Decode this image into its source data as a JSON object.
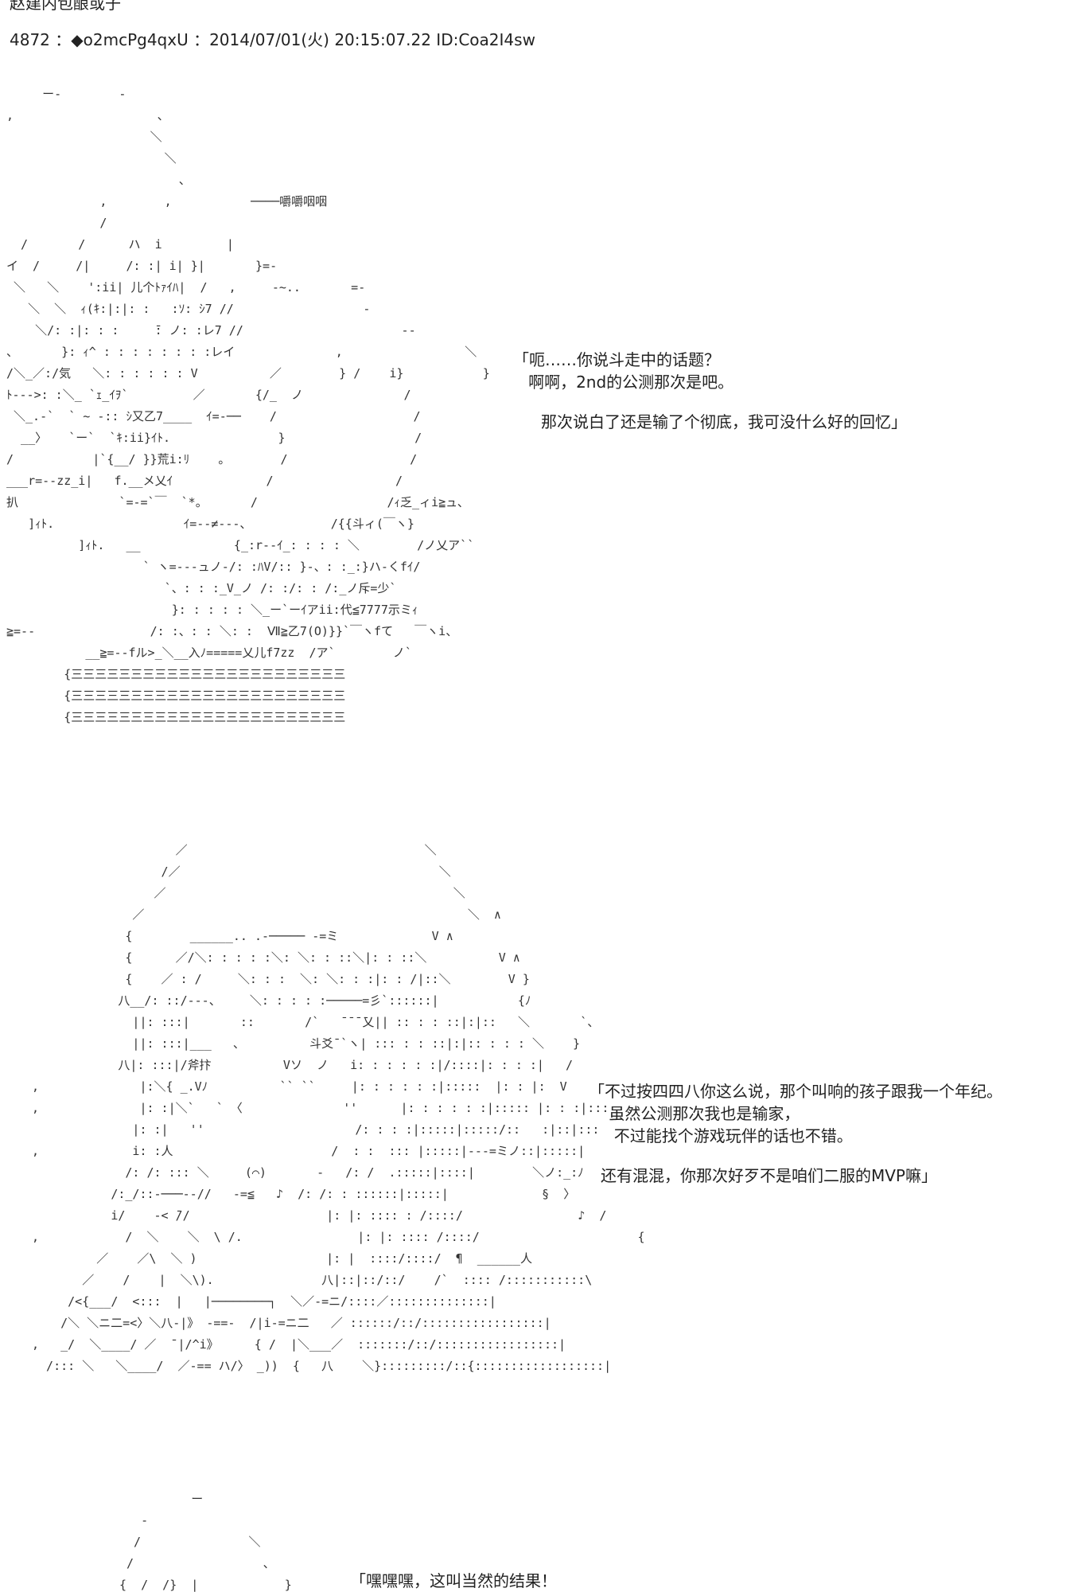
{
  "post": {
    "title_partial": "赵建内包酿或子",
    "header": "4872 ：◆o2mcPg4qxU ：2014/07/01(火) 20:15:07.22 ID:Coa2I4sw"
  },
  "art": {
    "figure1": "     ー-        -\n,                    、\n                    ＼\n                      ＼\n                        、\n             ,        ,           ────嚼嚼咽咽\n             /\n  /       /      ハ  i         |\nイ  /     /|     /: :| i| }|       }=-\n ＼   ＼    ':ii| 儿个ﾄｧｲﾊ|  /   ,     -~..       =-\n   ＼  ＼  ｨ(ｷ:|:|: :   :ｿ: ｼ7 //                  -\n    ＼/: :|: : :     ̄: ノ: :レ7 //                      --\n、      }: ｨ^ : : : : : : : :レイ              ,                 ＼\n/＼_／:/気   ＼: : : : : : V          ／        } /    i}           }\nﾄ--->: :＼_ `ｪ_ｲｦ`         ／       {/_  ノ              /\n ＼_.-`  ` ~ -:: ｼ又乙7____  ｲ=-──    /                   /\n  __〉   `ー`  `ｷ:ii}ｲﾄ.               }                  /\n/           |`{__/ }}荒i:ﾘ    。       /                 /\n___r=--zz_i|   f.__メ乂ｲ             /                 /\n扒              `=-=`￣  `*。      /                  /ｨ乏_ィi≧ュ、\n   ]ｨﾄ.                  ｲ=--≠---、           /{{斗ィ(￣ヽ}\n          ]ｨﾄ.   __             {_:r--ｲ_: : : : ＼        /ノ乂ア``\n                   ` ヽ=---ュノ-/: :ﾊV/:: }-、: :_:}ハ-くfｲ/\n                      `、: : :_V_ノ /: :/: : /:_ノ斥=少`\n                       }: : : : : ＼_ー`ーｲアii:代≦7777示ミｨ\n≧=--                /: :、: : ＼: :  Ⅶ≧乙7(O)}}`￣ヽfて   ￣ヽi、\n           __≧=--fル>_＼__入ﾉ=====乂儿f7zz  /ア`        ノ`\n        {三三三三三三三三三三三三三三三三三三三三三三三\n        {三三三三三三三三三三三三三三三三三三三三三三三\n        {三三三三三三三三三三三三三三三三三三三三三三三",
    "figure2": "                    ／                                 ＼\n                  /／                                    ＼\n                 ／                                        ＼\n              ／                                             ＼  ∧\n             {        ______.. .-───── -=ミ             V ∧\n             {      ／/＼: : : : :＼: ＼: : ::＼|: : ::＼          V ∧\n             {    ／ : /     ＼: : :  ＼: ＼: : :|: : /|::＼        V }\n            八__/: ::/---、    ＼: : : : :─────=彡`::::::|           {ﾉ\n              ||: :::|       ::       /`   ̄ ̄ ̄ ̄乂|| :: : : ::|:|::   ＼       `、\n              ||: :::|___   、         斗爻¯`ヽ| ::: : : ::|:|:: : : : ＼    }\n            八|: :::|/斧抃          Vソ  ノ   i: : : : : :|/::::|: : : :|   /\n,              |:＼{ _.Vﾉ          `` ``     |: : : : : :|:::::  |: : |:  V\n,              |: :|＼`   ` 〈              ''      |: : : : : :|::::: |: : :|:::\n              |: :|   ''                     /: : : :|:::::|:::::/::   :|::|:::\n,             i: :人                      /  : :  ::: |:::::|---=ミノ::|:::::|\n             /: /: ::: ＼     (⌒)       -   /: /  .:::::|::::|        ＼ノ:_:ﾉ\n           /:_/::-───--//   -=≦   ♪  /: /: : ::::::|:::::|             §  〉\n           i/    -< ̄//                   |: |: :::: : /::::/                ♪  /\n,            /  ＼    ＼  \\ /.                |: |: :::: /::::/                      {\n         ／    ／\\  ＼ )                  |: |  ::::/::::/  ¶  ______人\n       ／    /    |  ＼\\).               八|::|::/::/    /`  :::: /:::::::::::\\\n     /<{___/  <:::  |   |────────┐  ＼／-=ニ/::::／::::::::::::::|\n    /＼ ＼ニ二=<〉＼八-|》 -==-  /|i-=ニ二   ／ ::::::/::/:::::::::::::::::|\n,   _/  ＼____/ ／  ̄ |/^i》     { /  |＼___／  :::::::/::/:::::::::::::::::|\n  /::: ＼   ＼____/  ／-== ハ/〉 _))  {   八    ＼}:::::::::/::{::::::::::::::::::|",
    "figure3": "          ー\n   -\n  /               ＼\n /                  、\n{  /  /}  |            }\nﾉ|:ﾚ(  )|           /"
  },
  "dialogue": {
    "s1a": "「呃……你说斗走中的话题？\n   啊啊，2nd的公测那次是吧。",
    "s1b": "那次说白了还是输了个彻底，我可没什么好的回忆」",
    "s2a": "「不过按四四八你这么说，那个叫响的孩子跟我一个年纪。\n    虽然公测那次我也是输家，\n     不过能找个游戏玩伴的话也不错。",
    "s2b": "还有混混，你那次好歹不是咱们二服的MVP嘛」",
    "s3": "「嘿嘿嘿，这叫当然的结果！"
  }
}
